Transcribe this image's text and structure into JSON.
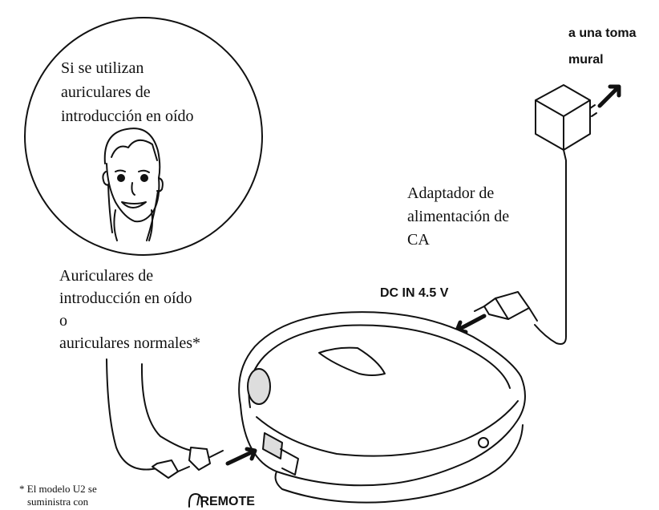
{
  "circle_note": {
    "lines": [
      "Si se utilizan",
      "auriculares de",
      "introducción en oído"
    ]
  },
  "earphones": {
    "lines": [
      "Auriculares de",
      "introducción en oído",
      "o",
      "auriculares normales*"
    ]
  },
  "adapter": {
    "lines": [
      "Adaptador de",
      "alimentación de",
      "CA"
    ]
  },
  "outlet": {
    "lines": [
      "a una toma",
      "mural"
    ]
  },
  "jacks": {
    "dc_in": "DC IN 4.5 V",
    "remote": "/REMOTE",
    "headphone_icon": "headphone-icon"
  },
  "footnote": {
    "lines": [
      "* El modelo U2 se",
      "suministra con"
    ]
  },
  "colors": {
    "line": "#111111",
    "fill": "#ffffff",
    "shade": "#d9d9d9"
  }
}
